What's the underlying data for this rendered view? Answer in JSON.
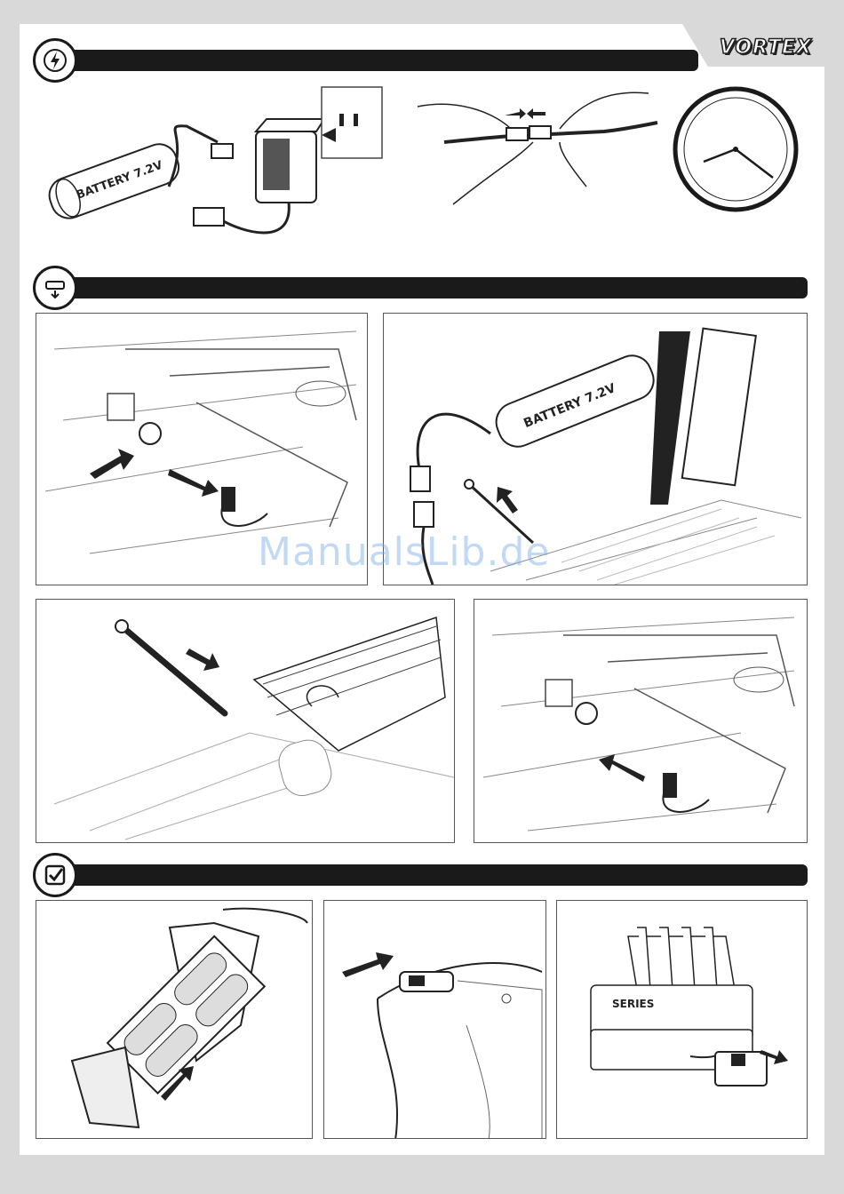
{
  "brand": {
    "logo_text": "VORTEX"
  },
  "sections": [
    {
      "icon": "lightning-icon"
    },
    {
      "icon": "battery-insert-icon"
    },
    {
      "icon": "checkmark-icon"
    }
  ],
  "illustrations": {
    "battery_label": "BATTERY 7.2V",
    "esc_label": "SERIES"
  },
  "watermark": "ManualsLib.de",
  "colors": {
    "bar": "#1a1a1a",
    "background": "#d9d9d9",
    "watermark": "#78aae6"
  }
}
